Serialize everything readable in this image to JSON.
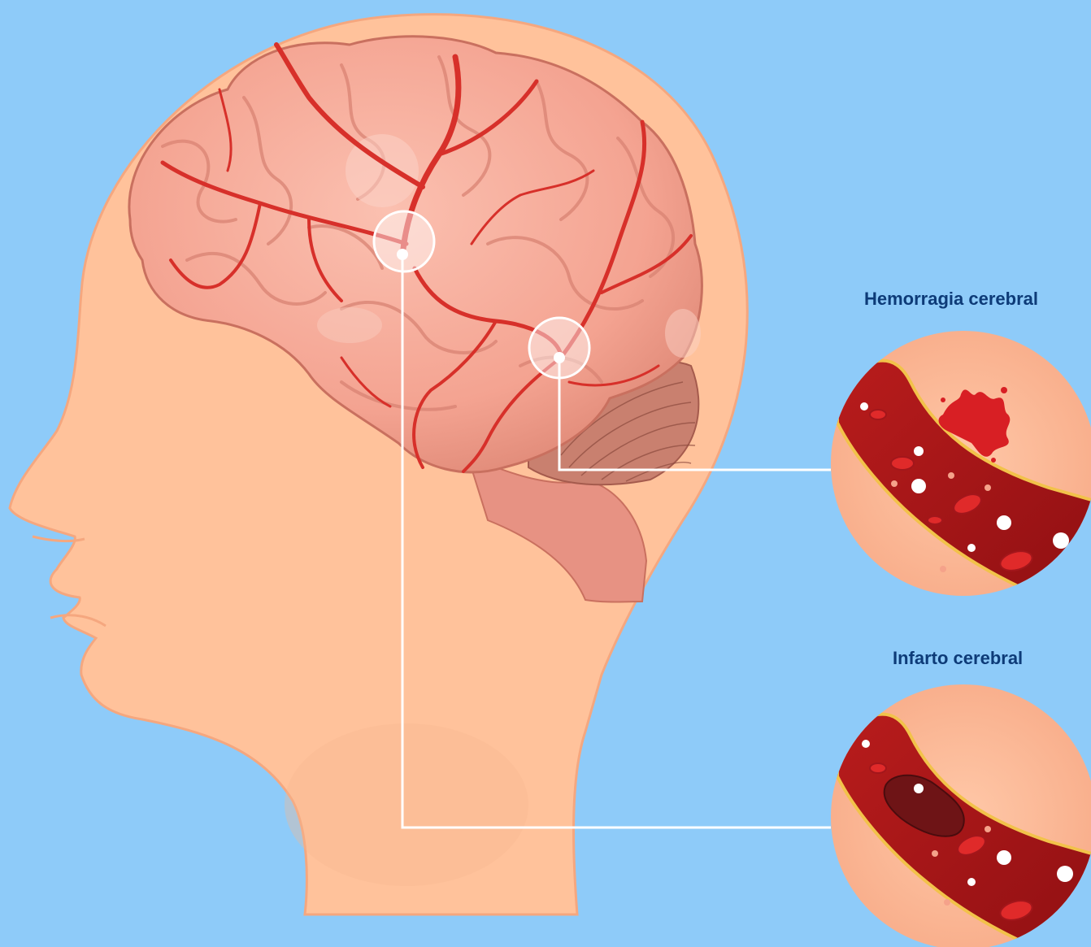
{
  "colors": {
    "background": "#8ecbf9",
    "skin": "#ffc29b",
    "skin_edge": "#f5a77f",
    "brain": "#f4a391",
    "brain_shadow": "#d77a6a",
    "artery": "#d7302a",
    "callout_line": "#ffffff",
    "label_text": "#0d3b78"
  },
  "labels": {
    "hemorrhage": "Hemorragia cerebral",
    "infarct": "Infarto cerebral"
  },
  "icons": {
    "head": "head-profile-silhouette",
    "brain": "brain-with-arteries-illustration",
    "hemorrhage_detail": "vessel-rupture-icon",
    "infarct_detail": "vessel-clot-icon"
  }
}
